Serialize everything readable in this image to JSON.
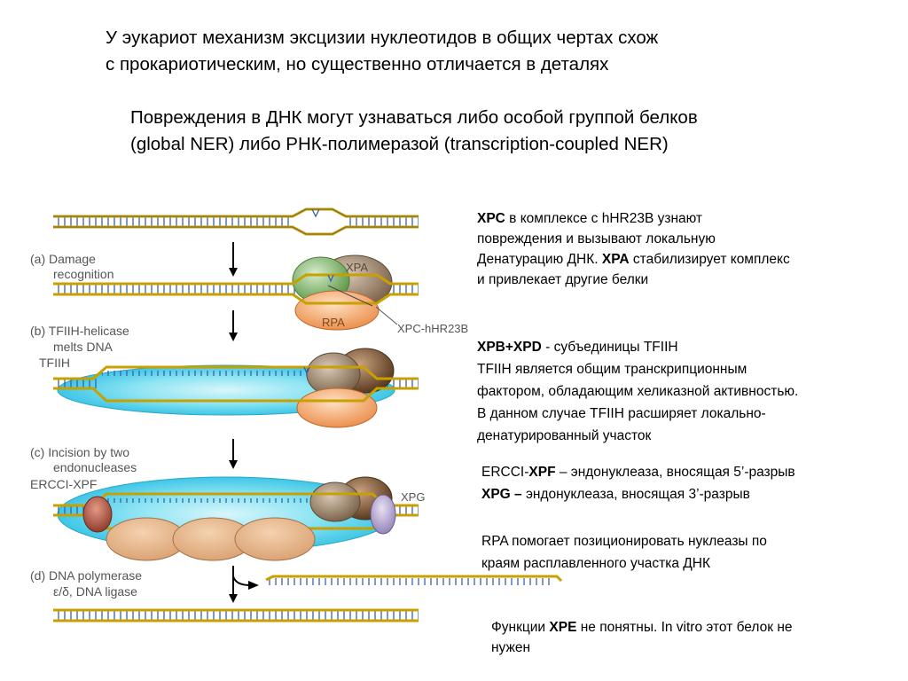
{
  "title": {
    "line1": "У эукариот механизм эксцизии нуклеотидов в общих чертах схож",
    "line2": "с прокариотическим, но существенно отличается в деталях"
  },
  "subtitle": {
    "line1": "Повреждения в ДНК могут узнаваться либо особой группой белков",
    "line2": "(global NER) либо РНК-полимеразой (transcription-coupled NER)"
  },
  "figure": {
    "step_a": {
      "line1": "(a) Damage",
      "line2": "recognition"
    },
    "step_b": {
      "line1": "(b) TFIIH-helicase",
      "line2": "melts DNA",
      "tfiih": "TFIIH"
    },
    "step_c": {
      "line1": "(c) Incision by two",
      "line2": "endonucleases",
      "ercc": "ERCCI-XPF"
    },
    "step_d": {
      "line1": "(d) DNA polymerase",
      "line2": "ε/δ, DNA ligase"
    },
    "proteins": {
      "xpa": "XPA",
      "rpa": "RPA",
      "xpc": "XPC-hHR23B",
      "xpg": "XPG"
    },
    "colors": {
      "strand": "#c8a000",
      "rung": "#3a5fa8",
      "bubble": "#5ad6ee",
      "xpc_green": "#7fb26a",
      "xpa_brown": "#9a7f63",
      "rpa_orange": "#f2a56a",
      "dark_brown": "#7a5030",
      "xpf_red": "#a84a3a",
      "xpg_lilac": "#a99ac8",
      "rpa_tan": "#e3b287"
    }
  },
  "notes": {
    "n1": {
      "l1": {
        "a": "XPC",
        "b": " в комплексе с hHR23B узнают"
      },
      "l2": "повреждения и вызывают локальную",
      "l3": {
        "a": "Денатурацию ДНК. ",
        "b": "XPA",
        "c": " стабилизирует комплекс"
      },
      "l4": "и привлекает другие белки"
    },
    "n2": {
      "l1": {
        "a": "XPB+XPD",
        "b": "  - субъединицы TFIIH"
      },
      "l2": "TFIIH является общим транскрипционным",
      "l3": "фактором, обладающим  хеликазной активностью.",
      "l4": "В данном случае TFIIH расширяет локально-",
      "l5": "денатурированный участок"
    },
    "n3": {
      "l1": {
        "a": "ERCCI-",
        "b": "XPF",
        "c": " – эндонуклеаза, вносящая 5’-разрыв"
      },
      "l2": {
        "a": "XPG – ",
        "b": "эндонуклеаза, вносящая 3’-разрыв"
      }
    },
    "n4": {
      "l1": "RPA помогает позиционировать нуклеазы по",
      "l2": "краям расплавленного участка ДНК"
    },
    "n5": {
      "l1": {
        "a": "Функции  ",
        "b": "XPE",
        "c": " не понятны.  In vitro этот белок не"
      },
      "l2": "нужен"
    }
  }
}
